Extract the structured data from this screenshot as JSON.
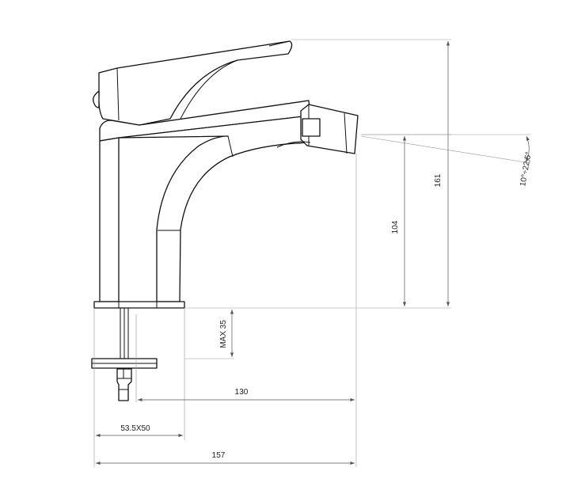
{
  "dimensions": {
    "height_total": "161",
    "height_spout": "104",
    "spout_angle": "10°÷22,5°",
    "max_thickness": "MAX 35",
    "reach": "130",
    "hole_diameter": "53.5X50",
    "total_length": "157"
  }
}
